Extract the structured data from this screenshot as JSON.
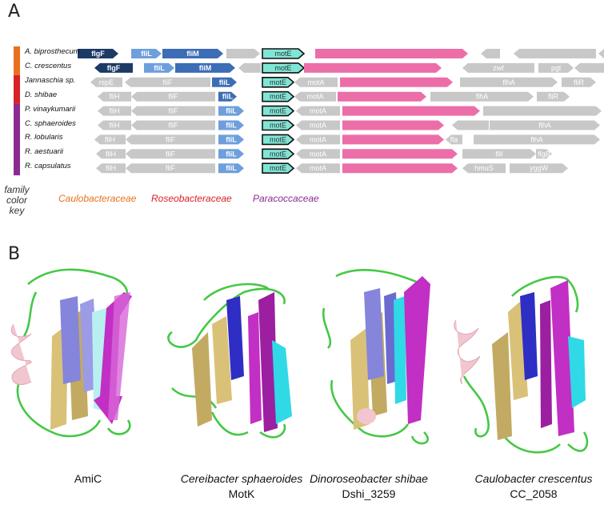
{
  "panel_a": {
    "letter": "A",
    "family_key_label_line1": "family",
    "family_key_label_line2": "color key",
    "families": [
      {
        "name": "Caulobacteraceae",
        "color": "#e8711e"
      },
      {
        "name": "Roseobacteraceae",
        "color": "#d92128"
      },
      {
        "name": "Paracoccaceae",
        "color": "#8b2b91"
      }
    ],
    "rows": [
      {
        "species": "A. biprosthecum",
        "family": 0,
        "genes": [
          {
            "label": "flgF",
            "c": "n"
          },
          {
            "label": "fliL",
            "c": "l"
          },
          {
            "label": "fliM",
            "c": "m"
          },
          {
            "label": "",
            "c": "g"
          },
          {
            "label": "motE",
            "c": "t"
          },
          {
            "label": "",
            "c": "p"
          },
          {
            "label": "",
            "c": "g"
          },
          {
            "label": "",
            "c": "g"
          },
          {
            "label": "",
            "c": "g"
          }
        ]
      },
      {
        "species": "C. crescentus",
        "family": 0,
        "genes": [
          {
            "label": "flgF",
            "c": "n"
          },
          {
            "label": "fliL",
            "c": "l"
          },
          {
            "label": "fliM",
            "c": "m"
          },
          {
            "label": "",
            "c": "g"
          },
          {
            "label": "motE",
            "c": "t"
          },
          {
            "label": "",
            "c": "p"
          },
          {
            "label": "zwf",
            "c": "g"
          },
          {
            "label": "pgl",
            "c": "g"
          },
          {
            "label": "",
            "c": "g"
          }
        ]
      },
      {
        "species": "Jannaschia sp.",
        "family": 1,
        "genes": [
          {
            "label": "rspE",
            "c": "g"
          },
          {
            "label": "fliF",
            "c": "g"
          },
          {
            "label": "fliL",
            "c": "m"
          },
          {
            "label": "motE",
            "c": "t"
          },
          {
            "label": "motA",
            "c": "g"
          },
          {
            "label": "",
            "c": "p"
          },
          {
            "label": "flhA",
            "c": "g"
          },
          {
            "label": "fliR",
            "c": "g"
          }
        ]
      },
      {
        "species": "D. shibae",
        "family": 1,
        "genes": [
          {
            "label": "fliH",
            "c": "g"
          },
          {
            "label": "fliF",
            "c": "g"
          },
          {
            "label": "fliL",
            "c": "m"
          },
          {
            "label": "motE",
            "c": "t"
          },
          {
            "label": "motA",
            "c": "g"
          },
          {
            "label": "",
            "c": "p"
          },
          {
            "label": "flhA",
            "c": "g"
          },
          {
            "label": "fliR",
            "c": "g"
          }
        ]
      },
      {
        "species": "P. vinaykumarii",
        "family": 2,
        "genes": [
          {
            "label": "fliH",
            "c": "g"
          },
          {
            "label": "fliF",
            "c": "g"
          },
          {
            "label": "fliL",
            "c": "l"
          },
          {
            "label": "motE",
            "c": "t"
          },
          {
            "label": "motA",
            "c": "g"
          },
          {
            "label": "",
            "c": "p"
          },
          {
            "label": "",
            "c": "g"
          }
        ]
      },
      {
        "species": "C. sphaeroides",
        "family": 2,
        "genes": [
          {
            "label": "fliH",
            "c": "g"
          },
          {
            "label": "fliF",
            "c": "g"
          },
          {
            "label": "fliL",
            "c": "l"
          },
          {
            "label": "motE",
            "c": "t"
          },
          {
            "label": "motA",
            "c": "g"
          },
          {
            "label": "",
            "c": "p"
          },
          {
            "label": "",
            "c": "g"
          },
          {
            "label": "flhA",
            "c": "g"
          }
        ]
      },
      {
        "species": "R. lobularis",
        "family": 2,
        "genes": [
          {
            "label": "fliH",
            "c": "g"
          },
          {
            "label": "fliF",
            "c": "g"
          },
          {
            "label": "fliL",
            "c": "l"
          },
          {
            "label": "motE",
            "c": "t"
          },
          {
            "label": "motA",
            "c": "g"
          },
          {
            "label": "",
            "c": "p"
          },
          {
            "label": "fla",
            "c": "g"
          },
          {
            "label": "flhA",
            "c": "g"
          }
        ]
      },
      {
        "species": "R. aestuarii",
        "family": 2,
        "genes": [
          {
            "label": "fliH",
            "c": "g"
          },
          {
            "label": "fliF",
            "c": "g"
          },
          {
            "label": "fliL",
            "c": "l"
          },
          {
            "label": "motE",
            "c": "t"
          },
          {
            "label": "motA",
            "c": "g"
          },
          {
            "label": "",
            "c": "p"
          },
          {
            "label": "fliI",
            "c": "g"
          },
          {
            "label": "flgB",
            "c": "g"
          }
        ]
      },
      {
        "species": "R. capsulatus",
        "family": 2,
        "genes": [
          {
            "label": "fliH",
            "c": "g"
          },
          {
            "label": "fliF",
            "c": "g"
          },
          {
            "label": "fliL",
            "c": "l"
          },
          {
            "label": "motE",
            "c": "t"
          },
          {
            "label": "motA",
            "c": "g"
          },
          {
            "label": "",
            "c": "p"
          },
          {
            "label": "hmuS",
            "c": "g"
          },
          {
            "label": "yggW",
            "c": "g"
          }
        ]
      }
    ],
    "colors": {
      "n": "#1c3a66",
      "l": "#6e9fdc",
      "m": "#3c6db5",
      "g": "#c8c8c8",
      "t": "#7fe6d6",
      "p": "#ec6ea8",
      "outline": "#111111"
    }
  },
  "panel_b": {
    "letter": "B",
    "structures": [
      {
        "caption_italic": "",
        "caption_plain": "AmiC",
        "helix": true
      },
      {
        "caption_italic": "Cereibacter sphaeroides",
        "caption_plain": "MotK",
        "helix": false
      },
      {
        "caption_italic": "Dinoroseobacter shibae",
        "caption_plain": "Dshi_3259",
        "helix": false
      },
      {
        "caption_italic": "Caulobacter crescentus",
        "caption_plain": "CC_2058",
        "helix": true
      }
    ],
    "colors": {
      "loop": "#45c845",
      "strand_gold": "#d9c178",
      "strand_violet": "#8585dc",
      "strand_blue": "#2e2ec4",
      "strand_cyan": "#2fd9e6",
      "strand_magenta": "#c22fc4",
      "helix": "#f2c6cf"
    }
  }
}
